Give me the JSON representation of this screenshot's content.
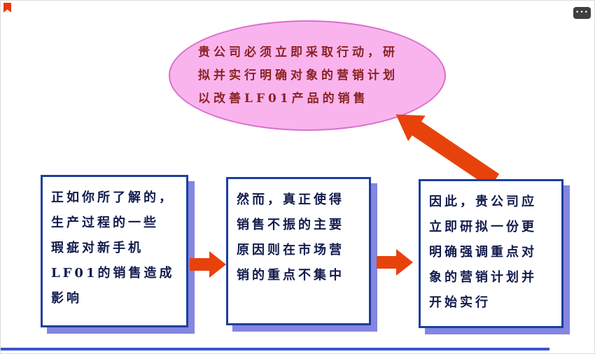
{
  "window": {
    "menu_dots": "•••"
  },
  "ellipse": {
    "lines": [
      "贵公司必须立即采取行动，研",
      "拟并实行明确对象的营销计划",
      "以改善LF01产品的销售"
    ]
  },
  "boxes": [
    {
      "lines": [
        "正如你所了解的，",
        "生产过程的一些",
        "瑕疵对新手机",
        "LF01的销售造成",
        "影响"
      ]
    },
    {
      "lines": [
        "然而，真正使得",
        "销售不振的主要",
        "原因则在市场营",
        "销的重点不集中"
      ]
    },
    {
      "lines": [
        "因此，贵公司应",
        "立即研拟一份更",
        "明确强调重点对",
        "象的营销计划并",
        "开始实行"
      ]
    }
  ],
  "colors": {
    "ellipse_fill": "#f9b4ee",
    "ellipse_border": "#d96fca",
    "ellipse_text": "#8b2121",
    "box_border": "#1c3f9e",
    "box_shadow": "#8486e0",
    "box_text": "#121b4d",
    "arrow": "#e8420c",
    "bottom_rule": "#3a55cf",
    "flag": "#e8380c"
  }
}
